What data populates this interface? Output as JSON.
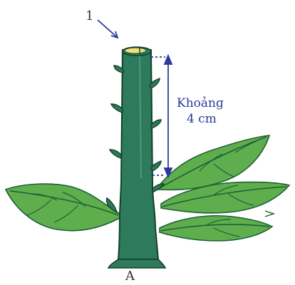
{
  "figure": {
    "callout_number": "1",
    "measure_label_line1": "Khoảng",
    "measure_label_line2": "4 cm",
    "panel_label": "A"
  },
  "colors": {
    "stem_fill": "#2e7a5c",
    "stem_outline": "#14402e",
    "leaf_fill": "#5fae4e",
    "leaf_dark": "#1f5f34",
    "cut_surface": "#f0e27a",
    "measure_line": "#2b3a9a",
    "label_text": "#2b3a9a",
    "panel_label_text": "#333333"
  }
}
